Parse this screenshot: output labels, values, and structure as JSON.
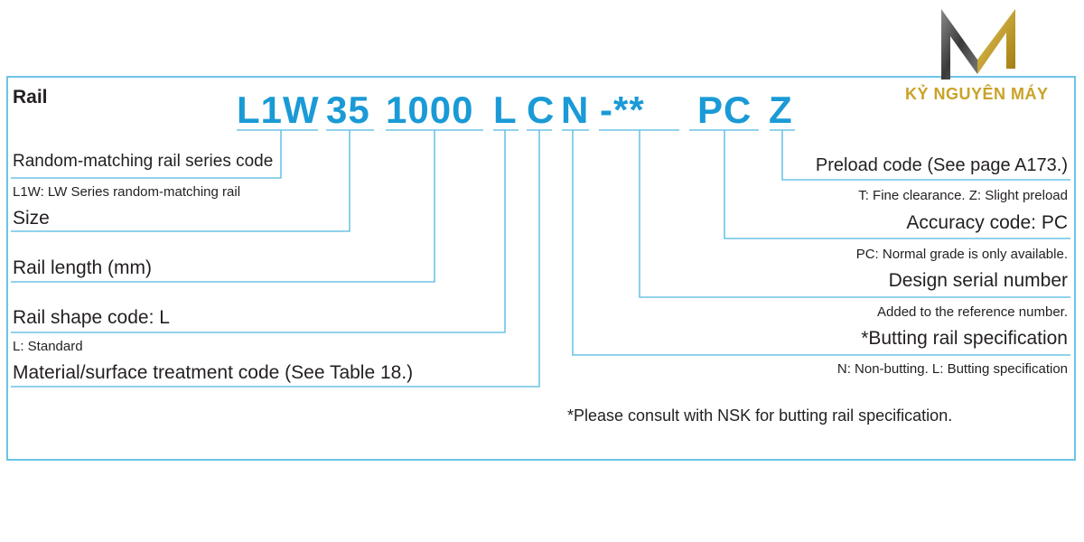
{
  "title": "Rail",
  "code": {
    "series": "L1W",
    "size": "35",
    "length": "1000",
    "shape": "L",
    "material": "C",
    "butting": "N",
    "design": "-**",
    "accuracy": "PC",
    "preload": "Z"
  },
  "left_labels": {
    "series": "Random-matching rail series code",
    "series_note": "L1W: LW Series random-matching rail",
    "size": "Size",
    "length": "Rail length (mm)",
    "shape": "Rail shape code: L",
    "shape_note": "L: Standard",
    "material": "Material/surface treatment code (See Table 18.)"
  },
  "right_labels": {
    "preload": "Preload code (See page A173.)",
    "preload_note": "T: Fine clearance.  Z: Slight preload",
    "accuracy": "Accuracy code: PC",
    "accuracy_note": "PC: Normal grade is only available.",
    "design": "Design serial number",
    "design_note": "Added to the reference number.",
    "butting": "*Butting rail specification",
    "butting_note": "N: Non-butting. L: Butting specification"
  },
  "footnote": "*Please consult with NSK for butting rail specification.",
  "logo": {
    "text": "KỶ NGUYÊN MÁY",
    "icon": "m-logo-icon"
  },
  "colors": {
    "accent": "#1a9ad6",
    "line": "#6cc4e6",
    "text": "#231f20",
    "logo": "#c9a227"
  }
}
